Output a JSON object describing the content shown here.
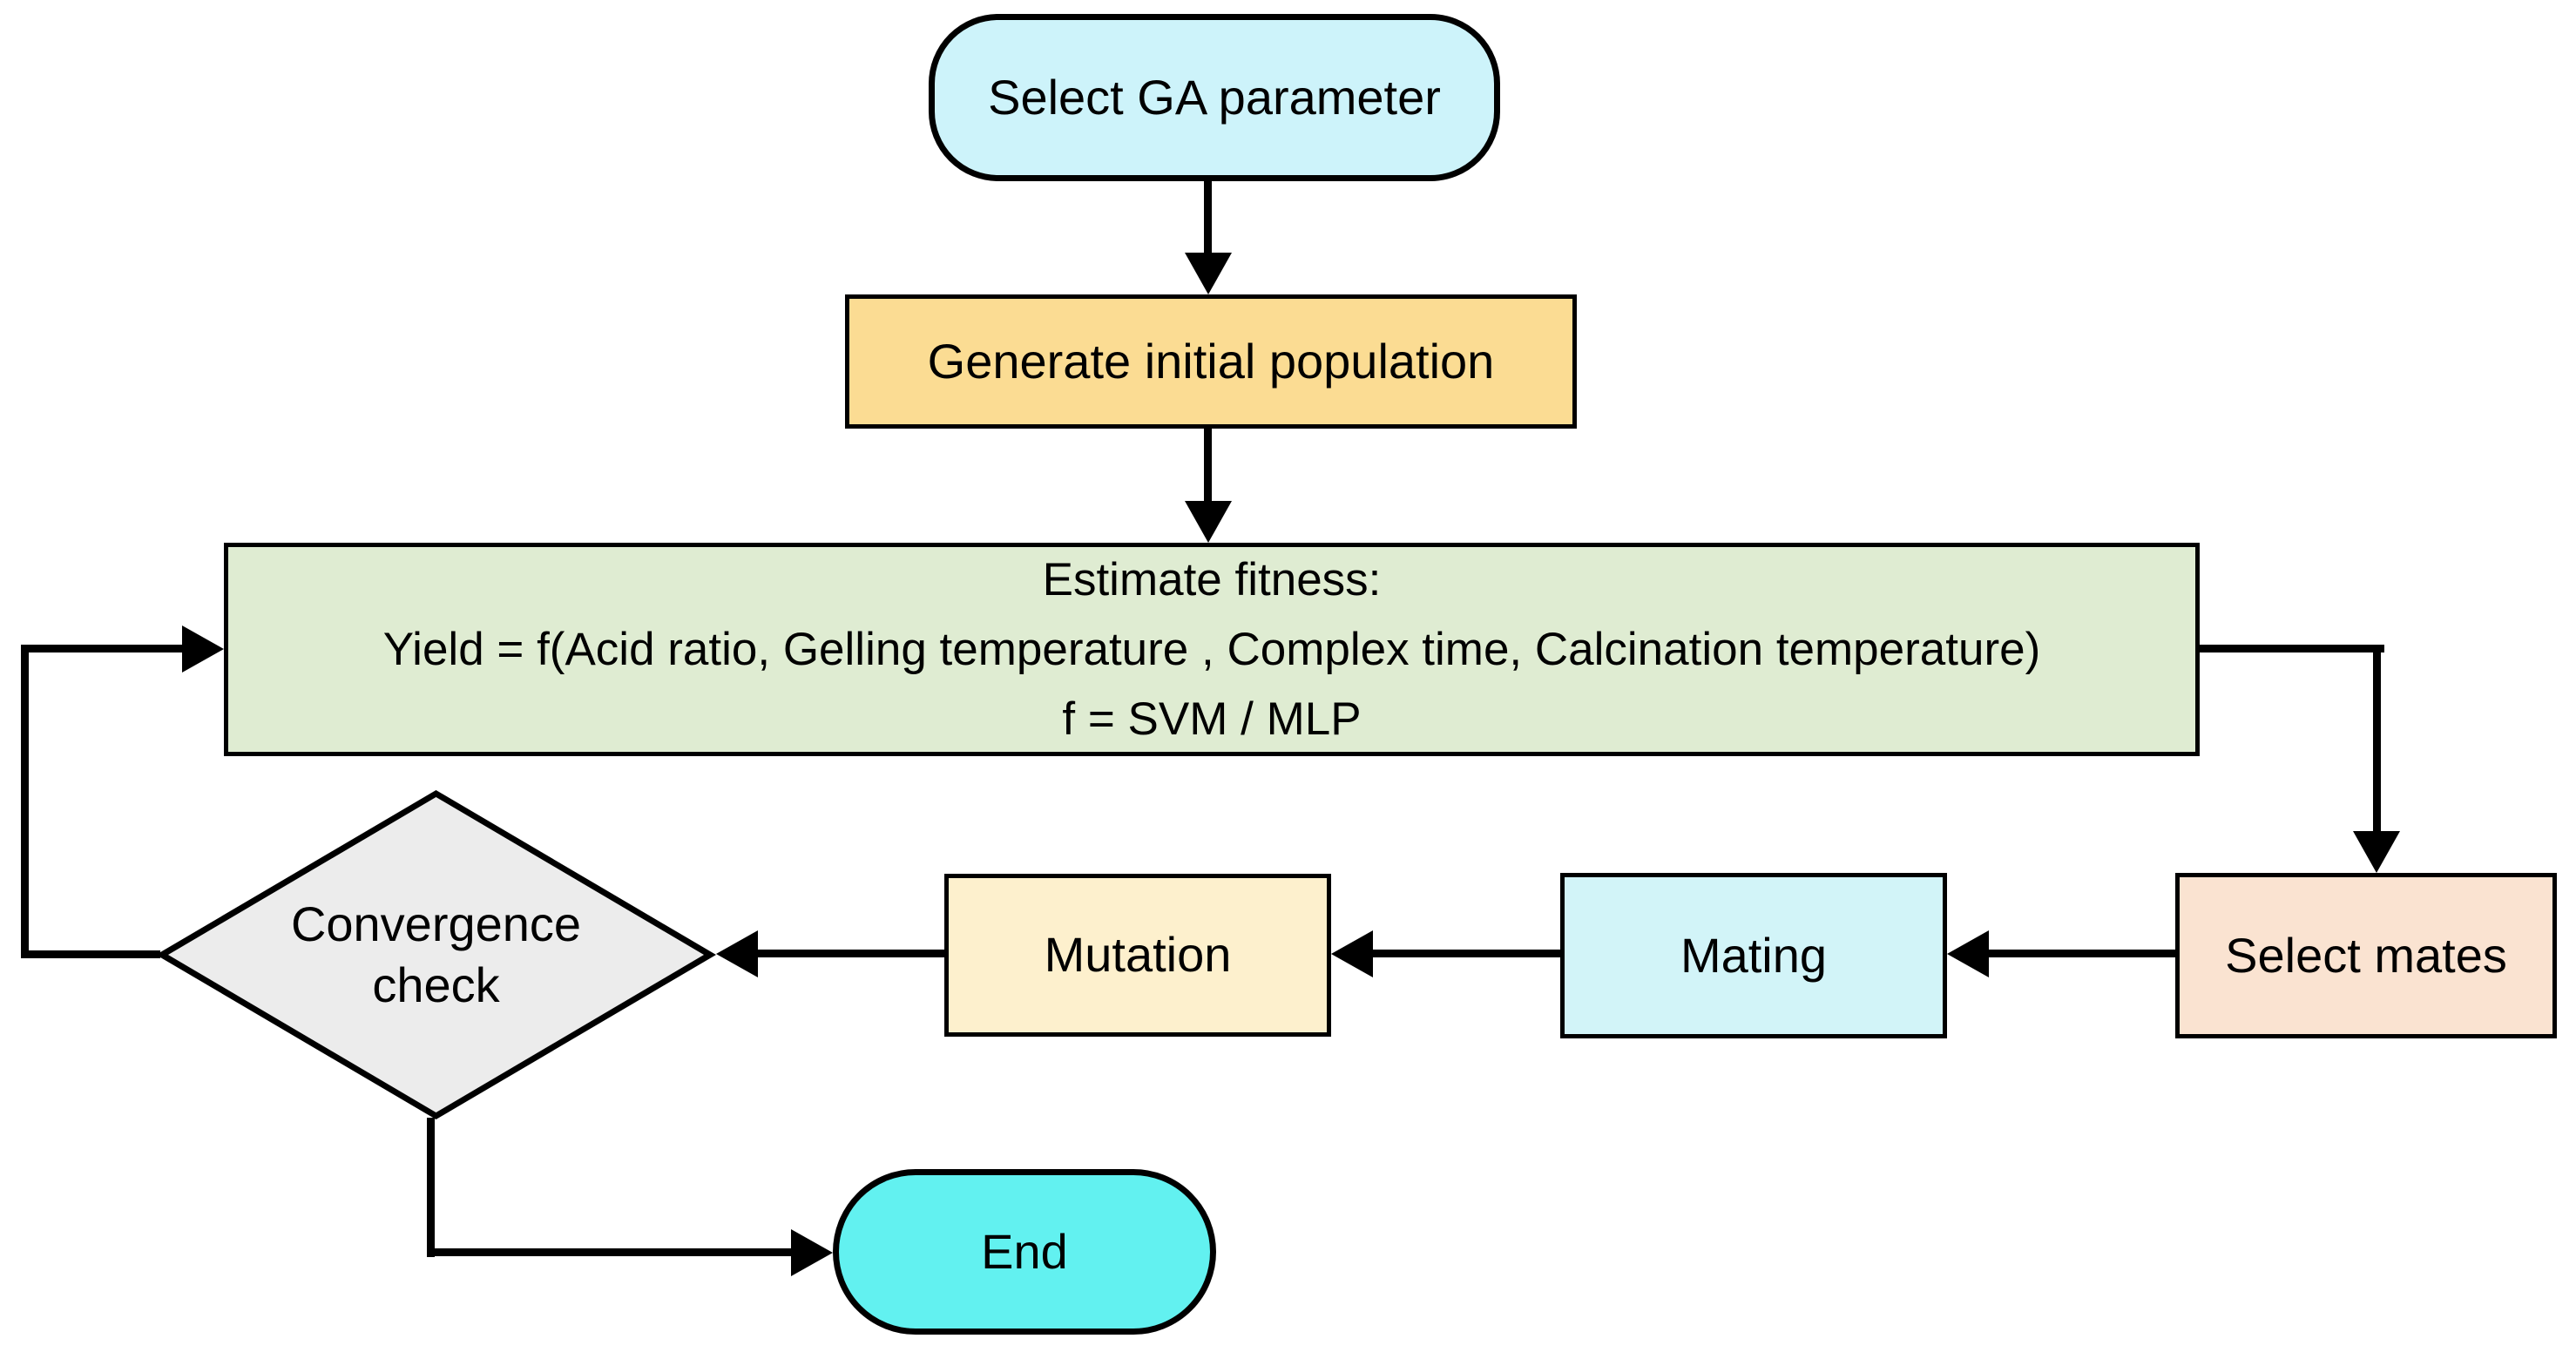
{
  "background": "#ffffff",
  "line_color": "#000000",
  "nodes": {
    "start": {
      "label": "Select GA parameter",
      "fill": "#cdf3fa",
      "shape": "terminator"
    },
    "generate": {
      "label": "Generate initial population",
      "fill": "#fbdc93",
      "shape": "process"
    },
    "fitness": {
      "line1": "Estimate fitness:",
      "line2": "Yield = f(Acid ratio, Gelling temperature , Complex time, Calcination temperature)",
      "line3": "f = SVM / MLP",
      "fill": "#dfecd2",
      "shape": "process"
    },
    "select_mates": {
      "label": "Select mates",
      "fill": "#fae3d1",
      "shape": "process"
    },
    "mating": {
      "label": "Mating",
      "fill": "#d2f4f8",
      "shape": "process"
    },
    "mutation": {
      "label": "Mutation",
      "fill": "#fdf0cd",
      "shape": "process"
    },
    "convergence": {
      "line1": "Convergence",
      "line2": "check",
      "fill": "#ececec",
      "shape": "decision"
    },
    "end": {
      "label": "End",
      "fill": "#62f1f0",
      "shape": "terminator"
    }
  },
  "edges": [
    {
      "from": "start",
      "to": "generate"
    },
    {
      "from": "generate",
      "to": "fitness"
    },
    {
      "from": "fitness",
      "to": "select_mates"
    },
    {
      "from": "select_mates",
      "to": "mating"
    },
    {
      "from": "mating",
      "to": "mutation"
    },
    {
      "from": "mutation",
      "to": "convergence"
    },
    {
      "from": "convergence",
      "to": "fitness"
    },
    {
      "from": "convergence",
      "to": "end"
    }
  ]
}
